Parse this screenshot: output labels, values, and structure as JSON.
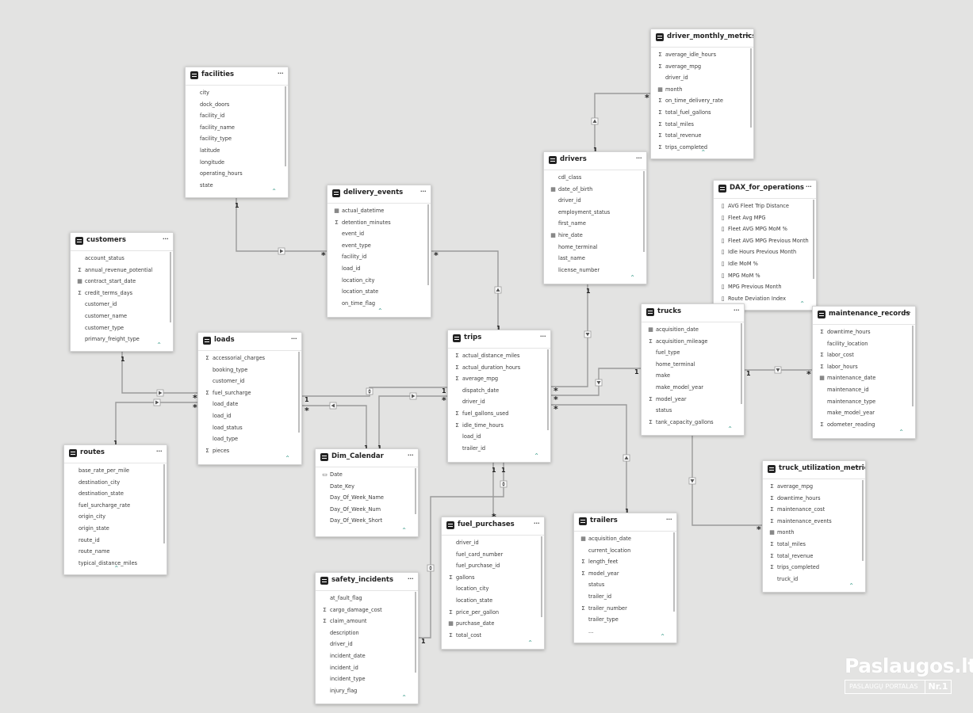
{
  "tables": [
    {
      "name": "facilities",
      "fields": [
        {
          "icon": "",
          "label": "city"
        },
        {
          "icon": "",
          "label": "dock_doors"
        },
        {
          "icon": "",
          "label": "facility_id"
        },
        {
          "icon": "",
          "label": "facility_name"
        },
        {
          "icon": "",
          "label": "facility_type"
        },
        {
          "icon": "",
          "label": "latitude"
        },
        {
          "icon": "",
          "label": "longitude"
        },
        {
          "icon": "",
          "label": "operating_hours"
        },
        {
          "icon": "",
          "label": "state"
        }
      ]
    },
    {
      "name": "delivery_events",
      "fields": [
        {
          "icon": "calendar",
          "label": "actual_datetime"
        },
        {
          "icon": "sigma",
          "label": "detention_minutes"
        },
        {
          "icon": "",
          "label": "event_id"
        },
        {
          "icon": "",
          "label": "event_type"
        },
        {
          "icon": "",
          "label": "facility_id"
        },
        {
          "icon": "",
          "label": "load_id"
        },
        {
          "icon": "",
          "label": "location_city"
        },
        {
          "icon": "",
          "label": "location_state"
        },
        {
          "icon": "",
          "label": "on_time_flag"
        }
      ]
    },
    {
      "name": "customers",
      "fields": [
        {
          "icon": "",
          "label": "account_status"
        },
        {
          "icon": "sigma",
          "label": "annual_revenue_potential"
        },
        {
          "icon": "calendar",
          "label": "contract_start_date"
        },
        {
          "icon": "sigma",
          "label": "credit_terms_days"
        },
        {
          "icon": "",
          "label": "customer_id"
        },
        {
          "icon": "",
          "label": "customer_name"
        },
        {
          "icon": "",
          "label": "customer_type"
        },
        {
          "icon": "",
          "label": "primary_freight_type"
        }
      ]
    },
    {
      "name": "loads",
      "fields": [
        {
          "icon": "sigma",
          "label": "accessorial_charges"
        },
        {
          "icon": "",
          "label": "booking_type"
        },
        {
          "icon": "",
          "label": "customer_id"
        },
        {
          "icon": "sigma",
          "label": "fuel_surcharge"
        },
        {
          "icon": "",
          "label": "load_date"
        },
        {
          "icon": "",
          "label": "load_id"
        },
        {
          "icon": "",
          "label": "load_status"
        },
        {
          "icon": "",
          "label": "load_type"
        },
        {
          "icon": "sigma",
          "label": "pieces"
        }
      ]
    },
    {
      "name": "routes",
      "fields": [
        {
          "icon": "",
          "label": "base_rate_per_mile"
        },
        {
          "icon": "",
          "label": "destination_city"
        },
        {
          "icon": "",
          "label": "destination_state"
        },
        {
          "icon": "",
          "label": "fuel_surcharge_rate"
        },
        {
          "icon": "",
          "label": "origin_city"
        },
        {
          "icon": "",
          "label": "origin_state"
        },
        {
          "icon": "",
          "label": "route_id"
        },
        {
          "icon": "",
          "label": "route_name"
        },
        {
          "icon": "",
          "label": "typical_distance_miles"
        }
      ]
    },
    {
      "name": "Dim_Calendar",
      "fields": [
        {
          "icon": "cal2",
          "label": "Date"
        },
        {
          "icon": "",
          "label": "Date_Key"
        },
        {
          "icon": "",
          "label": "Day_Of_Week_Name"
        },
        {
          "icon": "",
          "label": "Day_Of_Week_Num"
        },
        {
          "icon": "",
          "label": "Day_Of_Week_Short"
        }
      ]
    },
    {
      "name": "trips",
      "fields": [
        {
          "icon": "sigma",
          "label": "actual_distance_miles"
        },
        {
          "icon": "sigma",
          "label": "actual_duration_hours"
        },
        {
          "icon": "sigma",
          "label": "average_mpg"
        },
        {
          "icon": "",
          "label": "dispatch_date"
        },
        {
          "icon": "",
          "label": "driver_id"
        },
        {
          "icon": "sigma",
          "label": "fuel_gallons_used"
        },
        {
          "icon": "sigma",
          "label": "idle_time_hours"
        },
        {
          "icon": "",
          "label": "load_id"
        },
        {
          "icon": "",
          "label": "trailer_id"
        }
      ]
    },
    {
      "name": "drivers",
      "fields": [
        {
          "icon": "",
          "label": "cdl_class"
        },
        {
          "icon": "calendar",
          "label": "date_of_birth"
        },
        {
          "icon": "",
          "label": "driver_id"
        },
        {
          "icon": "",
          "label": "employment_status"
        },
        {
          "icon": "",
          "label": "first_name"
        },
        {
          "icon": "calendar",
          "label": "hire_date"
        },
        {
          "icon": "",
          "label": "home_terminal"
        },
        {
          "icon": "",
          "label": "last_name"
        },
        {
          "icon": "",
          "label": "license_number"
        }
      ]
    },
    {
      "name": "driver_monthly_metrics",
      "fields": [
        {
          "icon": "sigma",
          "label": "average_idle_hours"
        },
        {
          "icon": "sigma",
          "label": "average_mpg"
        },
        {
          "icon": "",
          "label": "driver_id"
        },
        {
          "icon": "calendar",
          "label": "month"
        },
        {
          "icon": "sigma",
          "label": "on_time_delivery_rate"
        },
        {
          "icon": "sigma",
          "label": "total_fuel_gallons"
        },
        {
          "icon": "sigma",
          "label": "total_miles"
        },
        {
          "icon": "sigma",
          "label": "total_revenue"
        },
        {
          "icon": "sigma",
          "label": "trips_completed"
        }
      ]
    },
    {
      "name": "DAX_for_operations",
      "fields": [
        {
          "icon": "measure",
          "label": "AVG Fleet Trip Distance"
        },
        {
          "icon": "measure",
          "label": "Fleet Avg MPG"
        },
        {
          "icon": "measure",
          "label": "Fleet AVG MPG MoM %"
        },
        {
          "icon": "measure",
          "label": "Fleet AVG MPG Previous Month"
        },
        {
          "icon": "measure",
          "label": "Idle Hours Previous Month"
        },
        {
          "icon": "measure",
          "label": "Idle MoM %"
        },
        {
          "icon": "measure",
          "label": "MPG MoM %"
        },
        {
          "icon": "measure",
          "label": "MPG Previous Month"
        },
        {
          "icon": "measure",
          "label": "Route Deviation Index"
        }
      ]
    },
    {
      "name": "trucks",
      "fields": [
        {
          "icon": "calendar",
          "label": "acquisition_date"
        },
        {
          "icon": "sigma",
          "label": "acquisition_mileage"
        },
        {
          "icon": "",
          "label": "fuel_type"
        },
        {
          "icon": "",
          "label": "home_terminal"
        },
        {
          "icon": "",
          "label": "make"
        },
        {
          "icon": "",
          "label": "make_model_year"
        },
        {
          "icon": "sigma",
          "label": "model_year"
        },
        {
          "icon": "",
          "label": "status"
        },
        {
          "icon": "sigma",
          "label": "tank_capacity_gallons"
        }
      ]
    },
    {
      "name": "maintenance_records",
      "fields": [
        {
          "icon": "sigma",
          "label": "downtime_hours"
        },
        {
          "icon": "",
          "label": "facility_location"
        },
        {
          "icon": "sigma",
          "label": "labor_cost"
        },
        {
          "icon": "sigma",
          "label": "labor_hours"
        },
        {
          "icon": "calendar",
          "label": "maintenance_date"
        },
        {
          "icon": "",
          "label": "maintenance_id"
        },
        {
          "icon": "",
          "label": "maintenance_type"
        },
        {
          "icon": "",
          "label": "make_model_year"
        },
        {
          "icon": "sigma",
          "label": "odometer_reading"
        }
      ]
    },
    {
      "name": "fuel_purchases",
      "fields": [
        {
          "icon": "",
          "label": "driver_id"
        },
        {
          "icon": "",
          "label": "fuel_card_number"
        },
        {
          "icon": "",
          "label": "fuel_purchase_id"
        },
        {
          "icon": "sigma",
          "label": "gallons"
        },
        {
          "icon": "",
          "label": "location_city"
        },
        {
          "icon": "",
          "label": "location_state"
        },
        {
          "icon": "sigma",
          "label": "price_per_gallon"
        },
        {
          "icon": "calendar",
          "label": "purchase_date"
        },
        {
          "icon": "sigma",
          "label": "total_cost"
        }
      ]
    },
    {
      "name": "trailers",
      "fields": [
        {
          "icon": "calendar",
          "label": "acquisition_date"
        },
        {
          "icon": "",
          "label": "current_location"
        },
        {
          "icon": "sigma",
          "label": "length_feet"
        },
        {
          "icon": "sigma",
          "label": "model_year"
        },
        {
          "icon": "",
          "label": "status"
        },
        {
          "icon": "",
          "label": "trailer_id"
        },
        {
          "icon": "sigma",
          "label": "trailer_number"
        },
        {
          "icon": "",
          "label": "trailer_type"
        },
        {
          "icon": "",
          "label": "..."
        }
      ]
    },
    {
      "name": "safety_incidents",
      "fields": [
        {
          "icon": "",
          "label": "at_fault_flag"
        },
        {
          "icon": "sigma",
          "label": "cargo_damage_cost"
        },
        {
          "icon": "sigma",
          "label": "claim_amount"
        },
        {
          "icon": "",
          "label": "description"
        },
        {
          "icon": "",
          "label": "driver_id"
        },
        {
          "icon": "",
          "label": "incident_date"
        },
        {
          "icon": "",
          "label": "incident_id"
        },
        {
          "icon": "",
          "label": "incident_type"
        },
        {
          "icon": "",
          "label": "injury_flag"
        }
      ]
    },
    {
      "name": "truck_utilization_metrics",
      "fields": [
        {
          "icon": "sigma",
          "label": "average_mpg"
        },
        {
          "icon": "sigma",
          "label": "downtime_hours"
        },
        {
          "icon": "sigma",
          "label": "maintenance_cost"
        },
        {
          "icon": "sigma",
          "label": "maintenance_events"
        },
        {
          "icon": "calendar",
          "label": "month"
        },
        {
          "icon": "sigma",
          "label": "total_miles"
        },
        {
          "icon": "sigma",
          "label": "total_revenue"
        },
        {
          "icon": "sigma",
          "label": "trips_completed"
        },
        {
          "icon": "",
          "label": "truck_id"
        }
      ]
    }
  ],
  "relationships": [
    {
      "from": "facilities",
      "to": "delivery_events",
      "from_card": "1",
      "to_card": "*"
    },
    {
      "from": "delivery_events",
      "to": "trips",
      "from_card": "*",
      "to_card": "1"
    },
    {
      "from": "customers",
      "to": "loads",
      "from_card": "1",
      "to_card": "*"
    },
    {
      "from": "routes",
      "to": "loads",
      "from_card": "1",
      "to_card": "*"
    },
    {
      "from": "loads",
      "to": "trips",
      "from_card": "1",
      "to_card": "1"
    },
    {
      "from": "Dim_Calendar",
      "to": "loads",
      "from_card": "1",
      "to_card": "*"
    },
    {
      "from": "Dim_Calendar",
      "to": "trips",
      "from_card": "1",
      "to_card": "*"
    },
    {
      "from": "drivers",
      "to": "driver_monthly_metrics",
      "from_card": "1",
      "to_card": "*"
    },
    {
      "from": "drivers",
      "to": "trips",
      "from_card": "1",
      "to_card": "*"
    },
    {
      "from": "trucks",
      "to": "trips",
      "from_card": "1",
      "to_card": "*"
    },
    {
      "from": "trailers",
      "to": "trips",
      "from_card": "1",
      "to_card": "*"
    },
    {
      "from": "trucks",
      "to": "maintenance_records",
      "from_card": "1",
      "to_card": "*"
    },
    {
      "from": "trucks",
      "to": "truck_utilization_metrics",
      "from_card": "1",
      "to_card": "*"
    },
    {
      "from": "trips",
      "to": "fuel_purchases",
      "from_card": "1",
      "to_card": "*"
    },
    {
      "from": "trips",
      "to": "safety_incidents",
      "from_card": "1",
      "to_card": "1"
    }
  ],
  "watermark": {
    "brand": "Paslaugos.lt",
    "sub": "PASLAUGŲ PORTALAS",
    "nr": "Nr.1"
  }
}
